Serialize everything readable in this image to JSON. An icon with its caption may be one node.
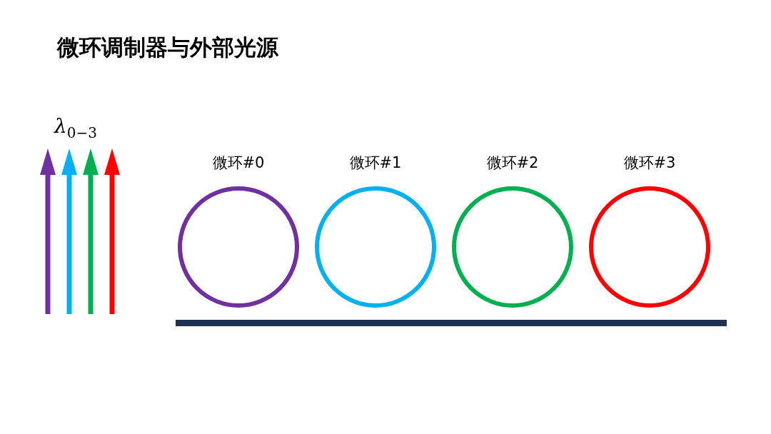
{
  "diagram": {
    "title": "微环调制器与外部光源",
    "nodes": [
      {
        "text": [
          "微环#0"
        ]
      },
      {
        "text": [
          "微环#1"
        ]
      },
      {
        "text": [
          "微环#2"
        ]
      },
      {
        "text": [
          "微环#3"
        ]
      }
    ],
    "labels": [
      "λ$_{0−3}$"
    ]
  }
}
